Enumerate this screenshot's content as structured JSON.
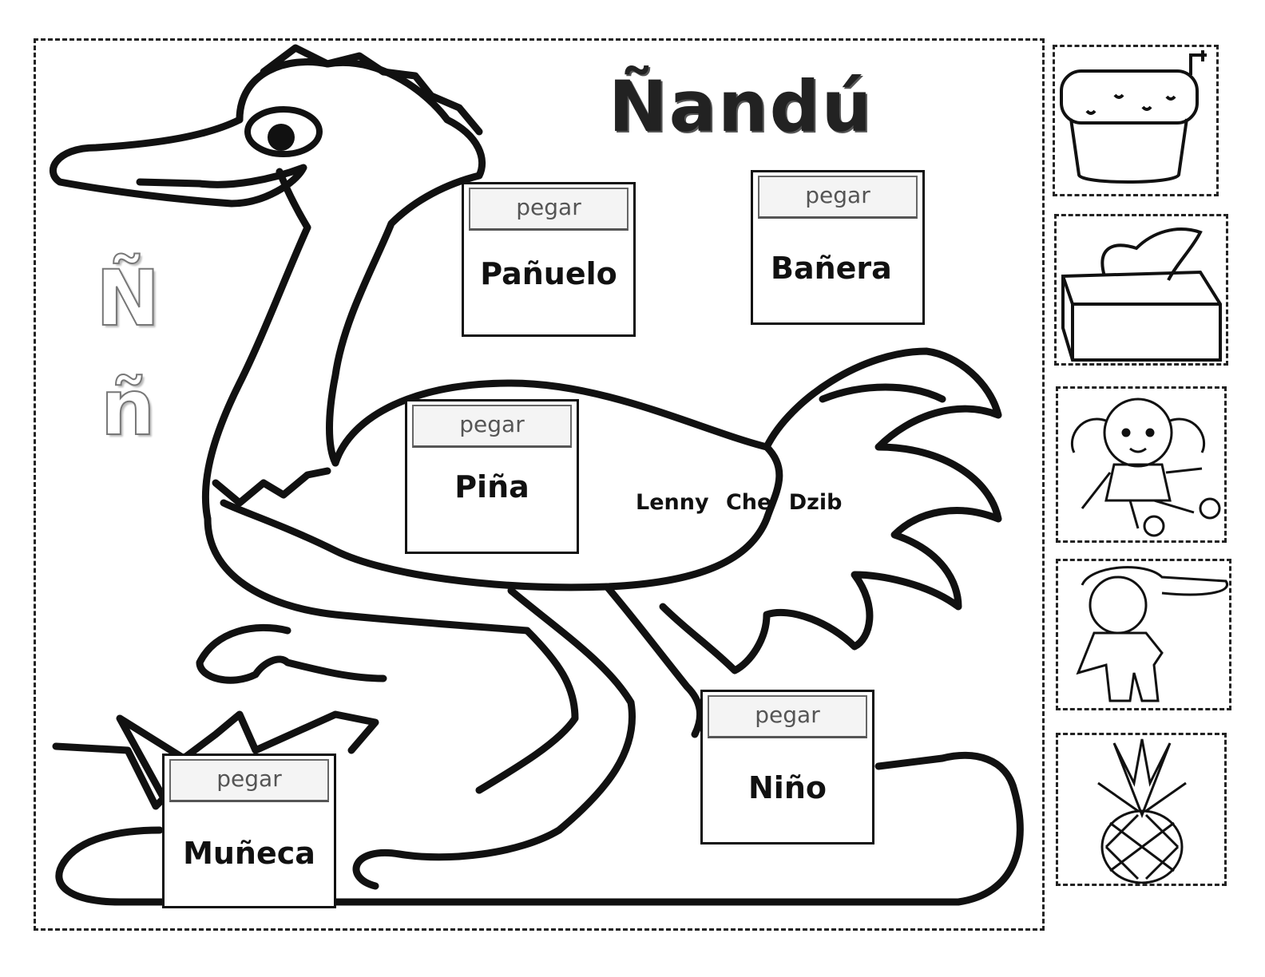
{
  "worksheet": {
    "title": "Ñandú",
    "letter_upper": "Ñ",
    "letter_lower": "ñ",
    "student_name": "Lenny  Che  Dzib",
    "cards": [
      {
        "header": "pegar",
        "word": "Pañuelo"
      },
      {
        "header": "pegar",
        "word": "Bañera"
      },
      {
        "header": "pegar",
        "word": "Piña"
      },
      {
        "header": "pegar",
        "word": "Muñeca"
      },
      {
        "header": "pegar",
        "word": "Niño"
      }
    ],
    "pictures": [
      "bathtub-picture",
      "tissue-box-picture",
      "doll-picture",
      "boy-picture",
      "pineapple-picture"
    ]
  }
}
